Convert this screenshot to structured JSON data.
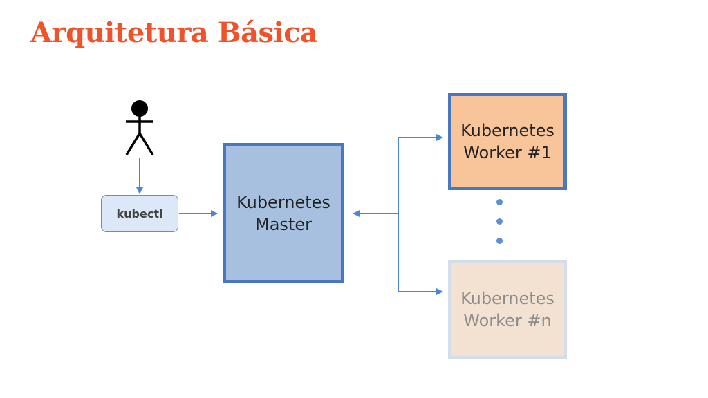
{
  "title": "Arquitetura Básica",
  "colors": {
    "title": "#f0522a",
    "arrow": "#4a86d8",
    "kubectl_fill": "#dce8f8",
    "master_fill": "#a7c0e0",
    "worker1_fill": "#f8c49a",
    "workern_fill": "#f3e2d2"
  },
  "icons": {
    "user": "stick-figure-icon"
  },
  "diagram": {
    "kubectl": {
      "label": "kubectl"
    },
    "master": {
      "line1": "Kubernetes",
      "line2": "Master"
    },
    "worker1": {
      "line1": "Kubernetes",
      "line2": "Worker #1"
    },
    "workern": {
      "line1": "Kubernetes",
      "line2": "Worker #n"
    }
  }
}
